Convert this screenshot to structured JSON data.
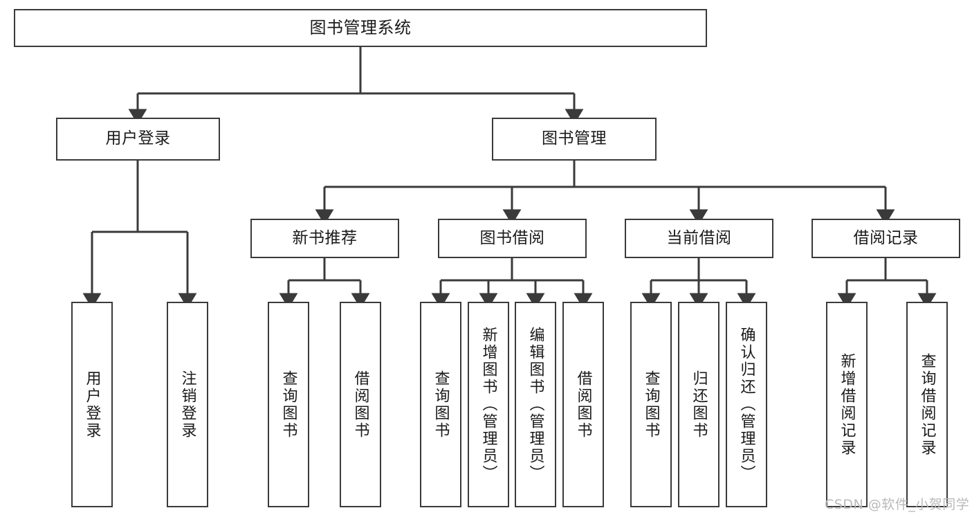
{
  "diagram": {
    "title": "图书管理系统",
    "type": "tree",
    "orientation": "top-down",
    "colors": {
      "node_border": "#3a3a3a",
      "node_fill": "#ffffff",
      "edge": "#3a3a3a",
      "text": "#1a1a1a",
      "watermark": "#b9b9b9",
      "background": "#ffffff"
    }
  },
  "watermark": {
    "text": "CSDN @软件_小贺同学"
  },
  "nodes": {
    "root": {
      "label": "图书管理系统"
    },
    "level1": [
      {
        "label": "用户登录"
      },
      {
        "label": "图书管理"
      }
    ],
    "level2": [
      {
        "label": "新书推荐"
      },
      {
        "label": "图书借阅"
      },
      {
        "label": "当前借阅"
      },
      {
        "label": "借阅记录"
      }
    ],
    "leaves": {
      "user_login": [
        {
          "label": "用户登录"
        },
        {
          "label": "注销登录"
        }
      ],
      "new_books": [
        {
          "label": "查询图书"
        },
        {
          "label": "借阅图书"
        }
      ],
      "book_borrow": [
        {
          "label": "查询图书"
        },
        {
          "label": "新增图书（管理员）"
        },
        {
          "label": "编辑图书（管理员）"
        },
        {
          "label": "借阅图书"
        }
      ],
      "current_borrow": [
        {
          "label": "查询图书"
        },
        {
          "label": "归还图书"
        },
        {
          "label": "确认归还（管理员）"
        }
      ],
      "borrow_records": [
        {
          "label": "新增借阅记录"
        },
        {
          "label": "查询借阅记录"
        }
      ]
    }
  }
}
